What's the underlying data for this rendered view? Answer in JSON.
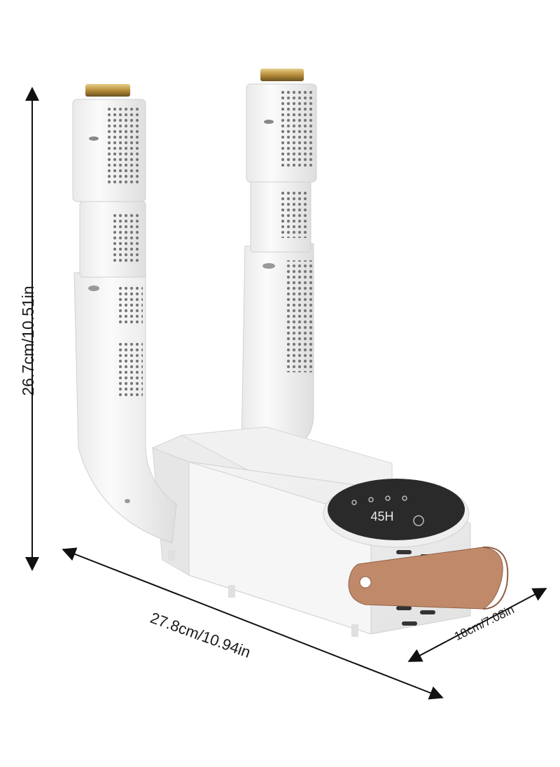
{
  "product": {
    "name": "shoe-dryer",
    "body_color": "#f7f7f7",
    "strap_color": "#c08a6a",
    "panel_color": "#2a2a2a",
    "tip_color": "#c9a24a"
  },
  "dimensions": {
    "height": "26.7cm/10.51in",
    "length": "27.8cm/10.94in",
    "depth": "18cm/7.08in"
  },
  "control_panel": {
    "display": "45H"
  }
}
